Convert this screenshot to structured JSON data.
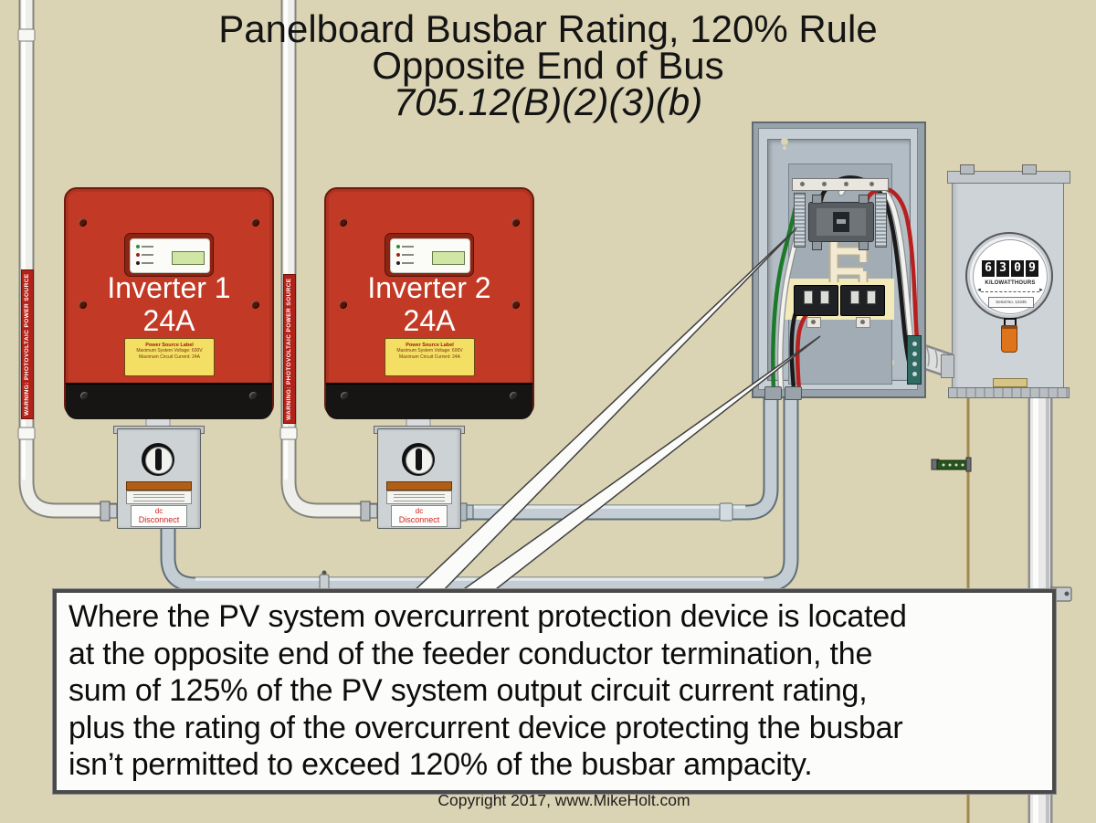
{
  "title": {
    "line1": "Panelboard Busbar Rating, 120% Rule",
    "line2": "Opposite End of Bus",
    "line3": "705.12(B)(2)(3)(b)"
  },
  "conduit_warning_label": "WARNING: PHOTOVOLTAIC POWER SOURCE",
  "inverters": [
    {
      "name": "Inverter 1",
      "rating": "24A",
      "source_label": {
        "title": "Power Source Label",
        "line1": "Maximum System Voltage: 600V",
        "line2": "Maximum Circuit Current: 24A"
      }
    },
    {
      "name": "Inverter 2",
      "rating": "24A",
      "source_label": {
        "title": "Power Source Label",
        "line1": "Maximum System Voltage: 600V",
        "line2": "Maximum Circuit Current: 24A"
      }
    }
  ],
  "disconnects": [
    {
      "label_line1": "dc",
      "label_line2": "Disconnect"
    },
    {
      "label_line1": "dc",
      "label_line2": "Disconnect"
    }
  ],
  "meter": {
    "digits": [
      "6",
      "3",
      "0",
      "9"
    ],
    "dial_label": "KILOWATTHOURS",
    "serial_label": "Serial No. 12345"
  },
  "text_box": {
    "lines": [
      "Where the PV system overcurrent protection device is located",
      "at the opposite end of the feeder conductor termination, the",
      "sum of 125% of the PV system output circuit current rating,",
      "plus the rating of the overcurrent device protecting the busbar",
      "isn’t permitted to exceed 120% of the busbar ampacity."
    ]
  },
  "footer": {
    "copyright": "Copyright 2017, www.MikeHolt.com"
  },
  "colors": {
    "background": "#dbd4b4",
    "inverter_red": "#c23a25",
    "warning_label_red": "#b22218",
    "source_label_yellow": "#f2df63",
    "pv_breaker_highlight": "#f2eab8",
    "meter_seal_orange": "#e0741d",
    "disconnect_label_red": "#cf2421"
  }
}
